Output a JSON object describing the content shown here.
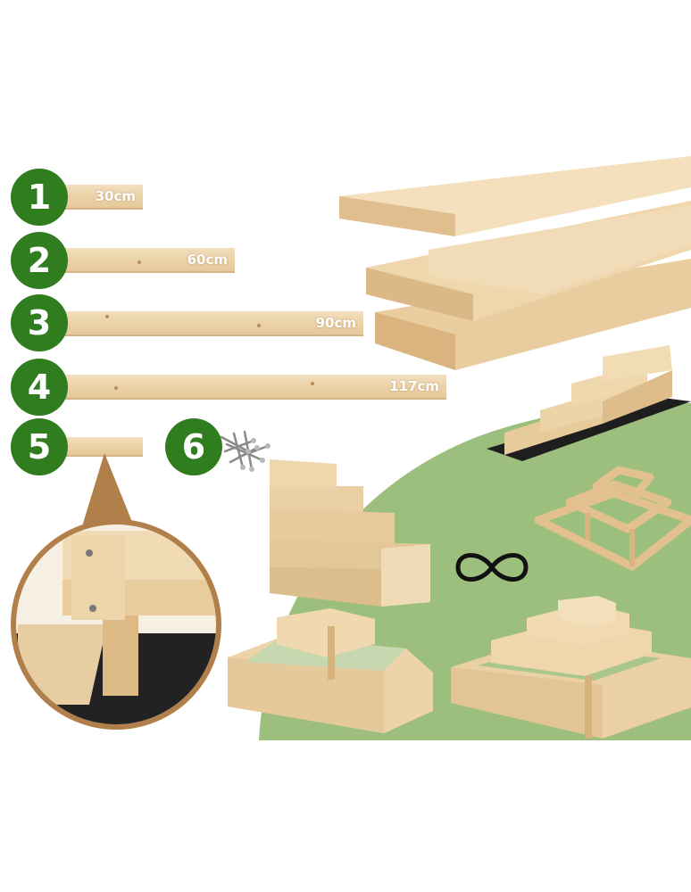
{
  "colors": {
    "badge_green": "#2f7d1f",
    "meadow_green": "#9dbf7d",
    "wood": "#ecd3a8",
    "callout_ring": "#b07f4a"
  },
  "parts": [
    {
      "number": "1",
      "length": "30cm"
    },
    {
      "number": "2",
      "length": "60cm"
    },
    {
      "number": "3",
      "length": "90cm"
    },
    {
      "number": "4",
      "length": "117cm"
    },
    {
      "number": "5",
      "length": ""
    },
    {
      "number": "6",
      "length": ""
    }
  ],
  "icons": {
    "screws": "screws-icon",
    "modularity": "infinity-icon"
  }
}
